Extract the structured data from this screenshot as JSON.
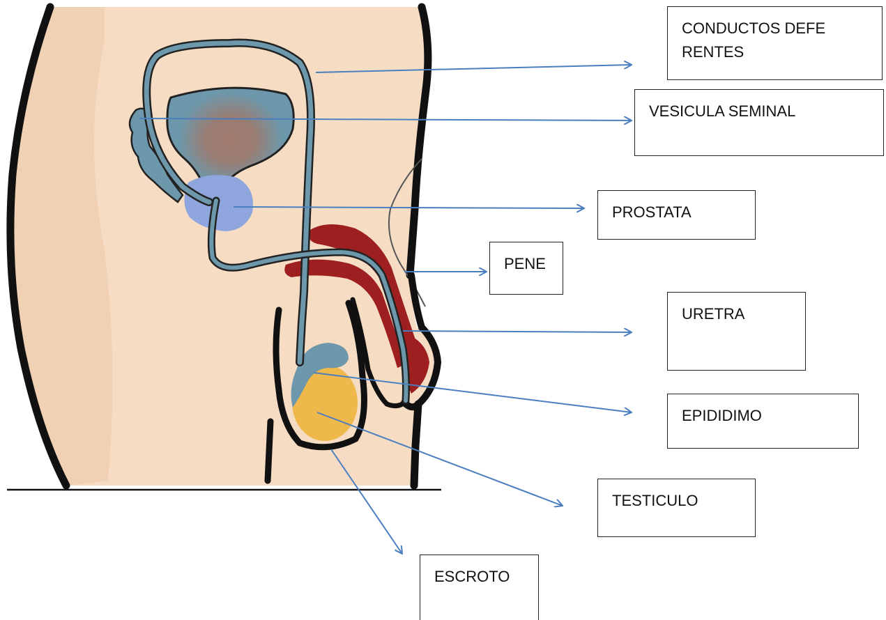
{
  "labels": {
    "conductos": "CONDUCTOS DEFE\nRENTES",
    "vesicula": "VESICULA SEMINAL",
    "prostata": "PROSTATA",
    "pene": "PENE",
    "uretra": "URETRA",
    "epididimo": "EPIDIDIMO",
    "testiculo": "TESTICULO",
    "escroto": "ESCROTO"
  },
  "colors": {
    "skin": "#f5dcc3",
    "skin_shade": "#edc9a6",
    "outline": "#111111",
    "bladder": "#6d98ab",
    "bladder_center": "#a07a6e",
    "prostate": "#8fa5dd",
    "duct": "#6d98ab",
    "penis": "#9e1f1f",
    "testis": "#efb84a",
    "arrow": "#4a7ebf"
  }
}
